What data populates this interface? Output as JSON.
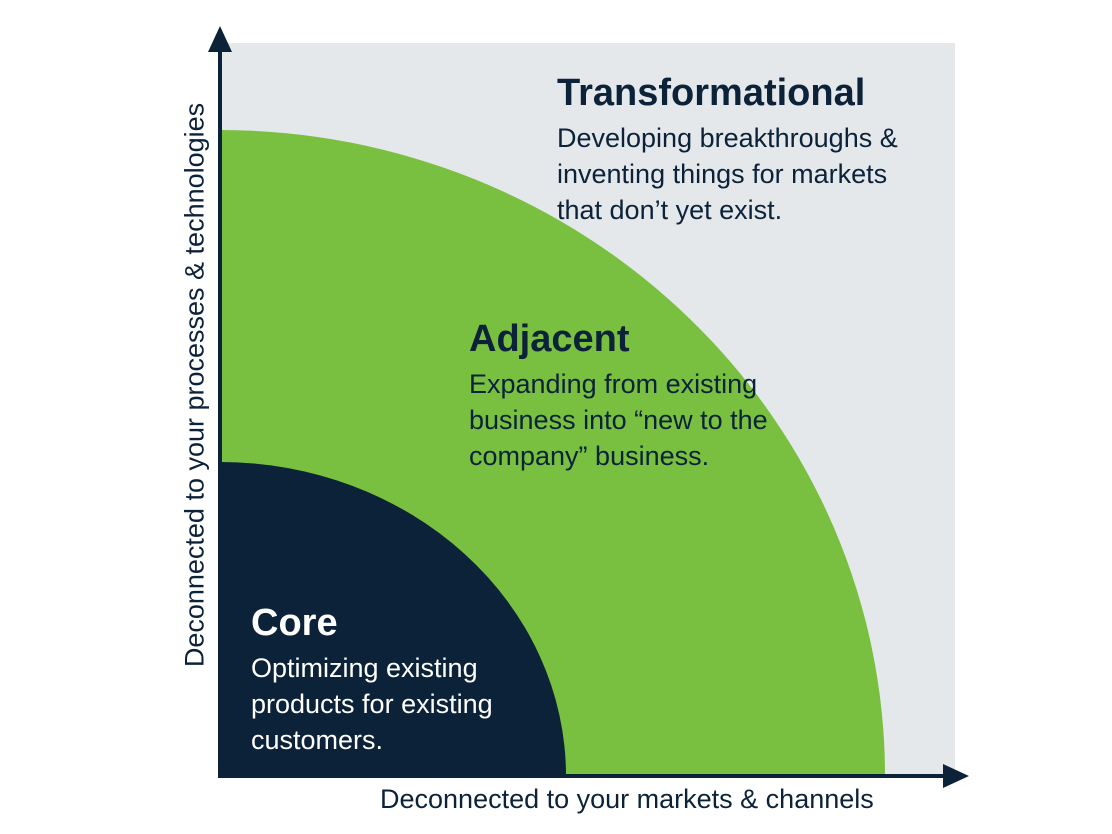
{
  "zones": {
    "transformational": {
      "title": "Transformational",
      "description": [
        "Developing breakthroughs &",
        "inventing things for markets",
        "that don’t yet exist."
      ]
    },
    "adjacent": {
      "title": "Adjacent",
      "description": [
        "Expanding from existing",
        "business into “new to the",
        "company” business."
      ]
    },
    "core": {
      "title": "Core",
      "description": [
        "Optimizing existing",
        "products for existing",
        "customers."
      ]
    }
  },
  "axes": {
    "x_label": "Deconnected to your markets & channels",
    "y_label": "Deconnected to your processes & technologies"
  },
  "colors": {
    "background_quadrant": "#e5e8eb",
    "adjacent_green": "#79bf40",
    "core_navy": "#0b2239",
    "axis": "#0b2239",
    "text_dark": "#0b2239",
    "text_light": "#ffffff"
  }
}
